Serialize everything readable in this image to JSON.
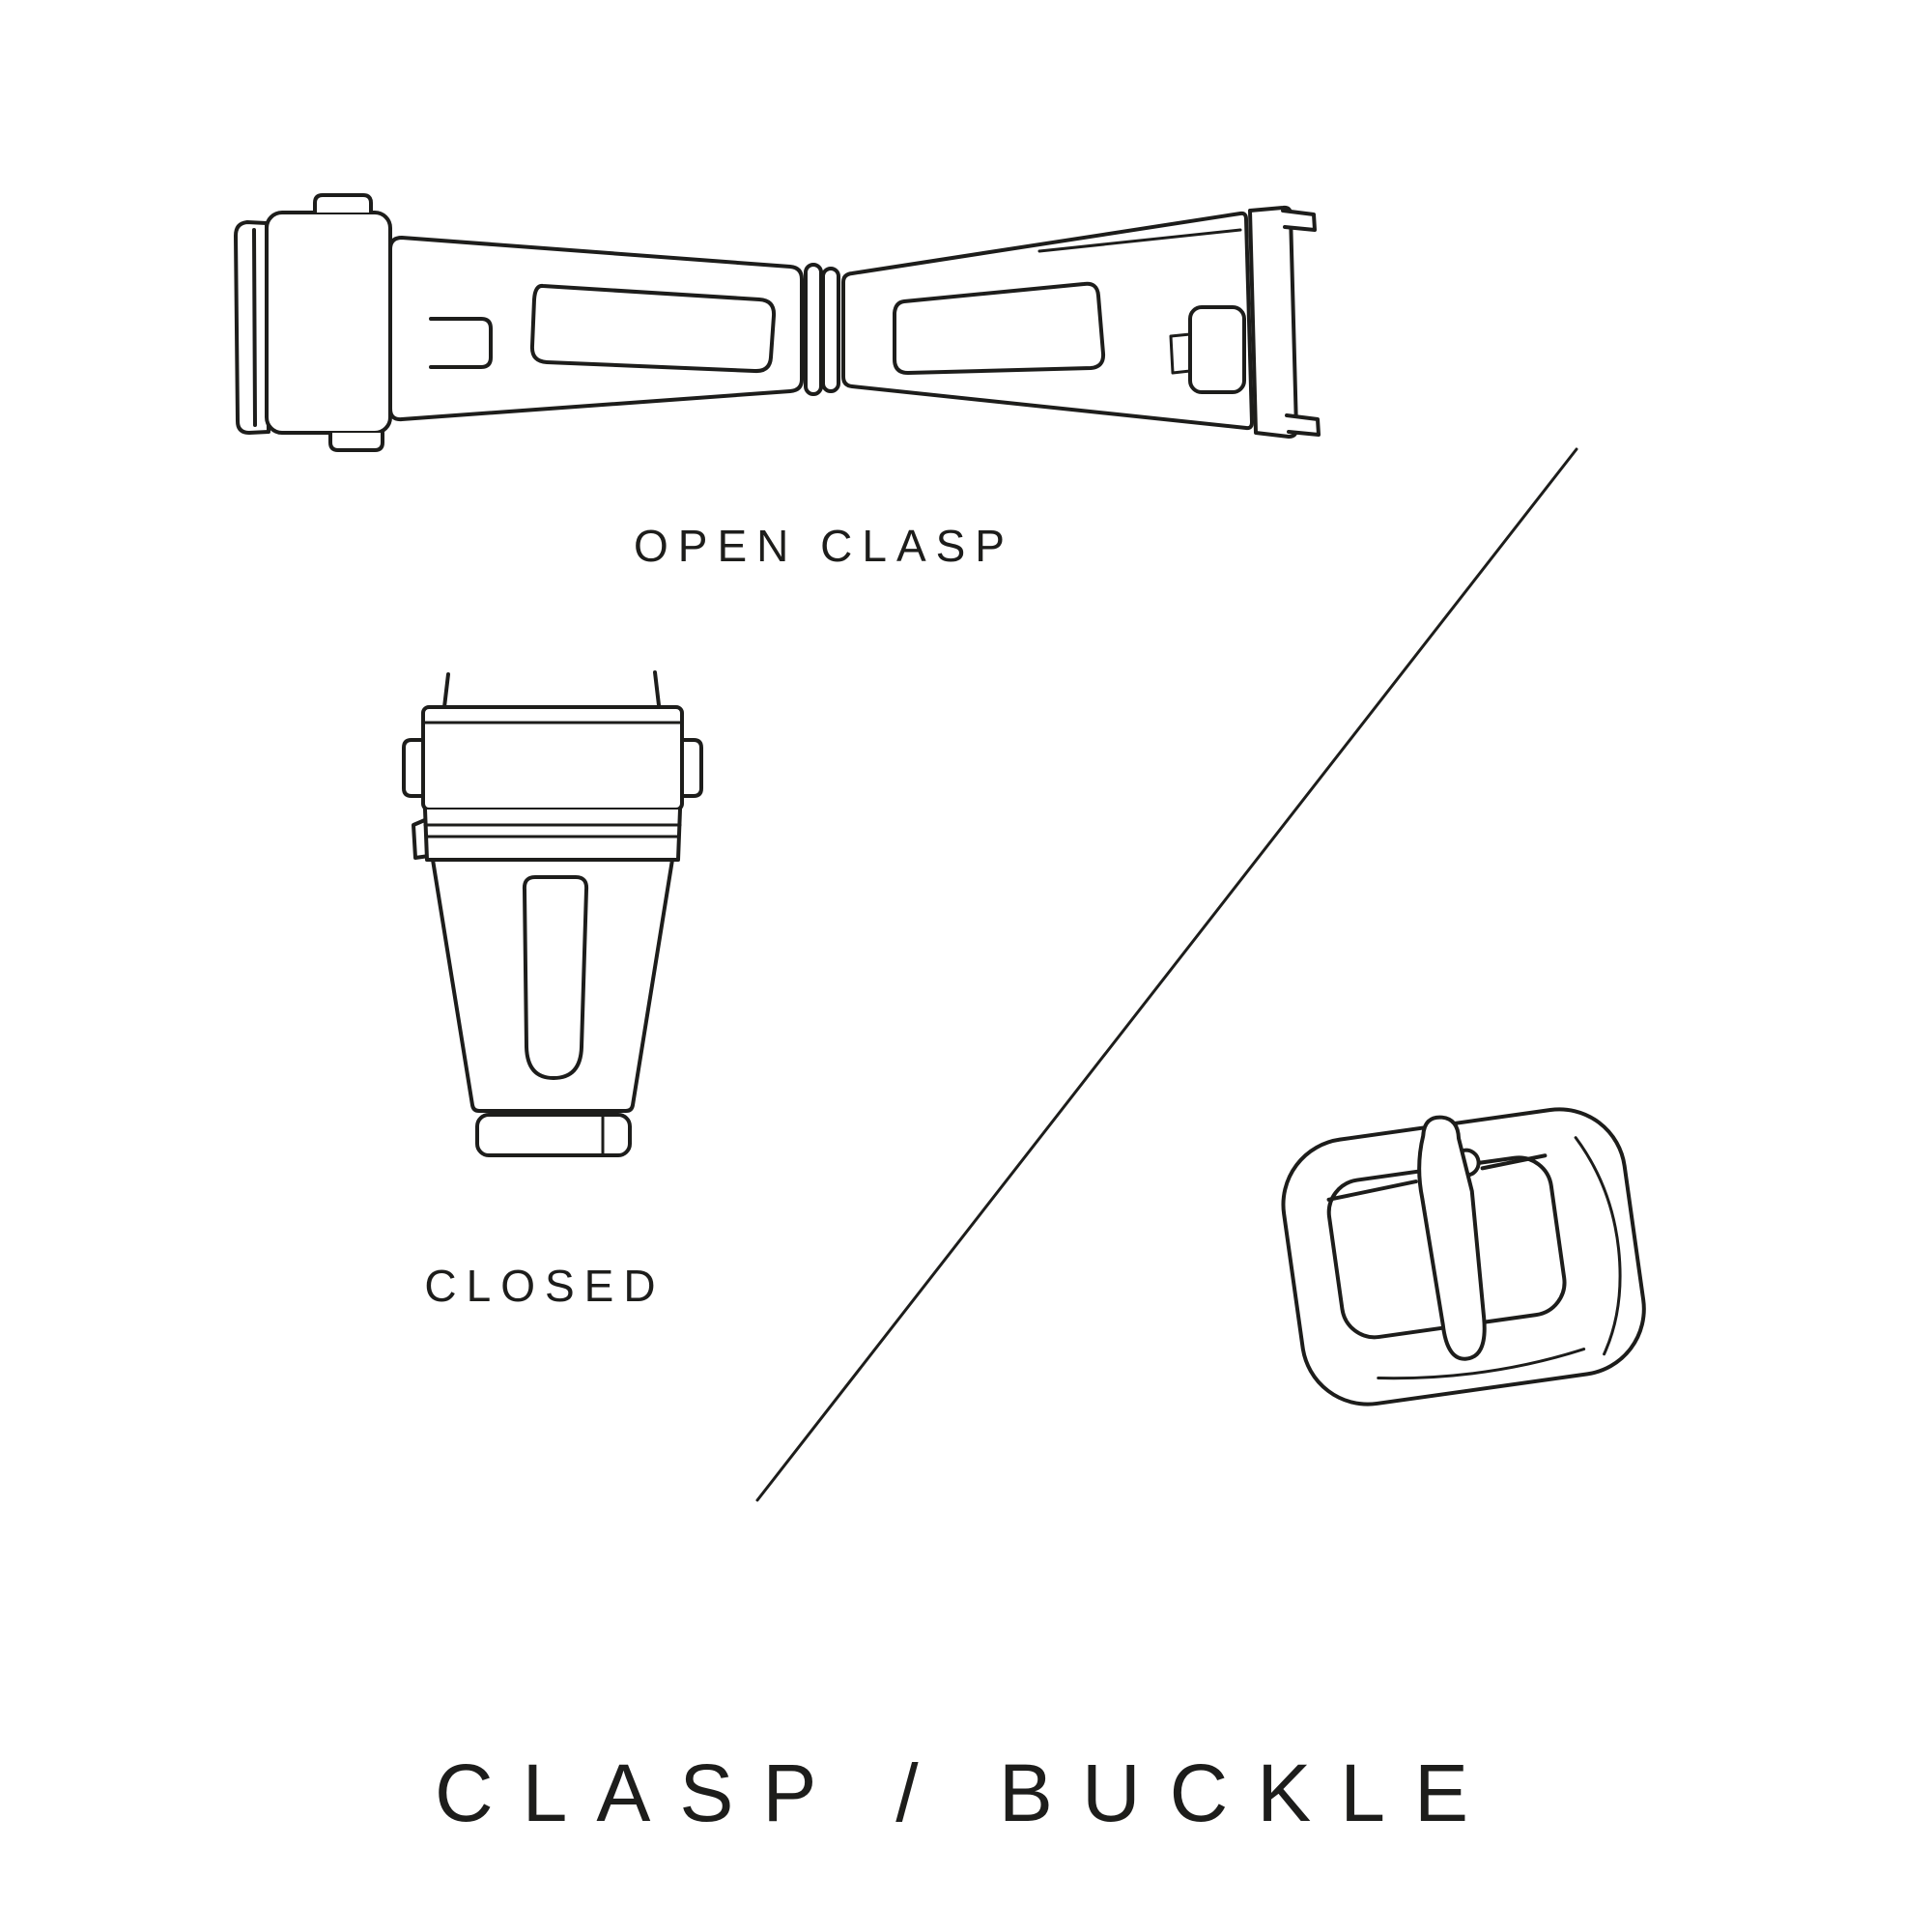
{
  "page": {
    "background_color": "#ffffff",
    "line_color": "#1d1d1b",
    "text_color": "#1d1d1b"
  },
  "diagram": {
    "title": "CLASP / BUCKLE",
    "labels": {
      "open_clasp": "OPEN CLASP",
      "closed": "CLOSED"
    }
  }
}
